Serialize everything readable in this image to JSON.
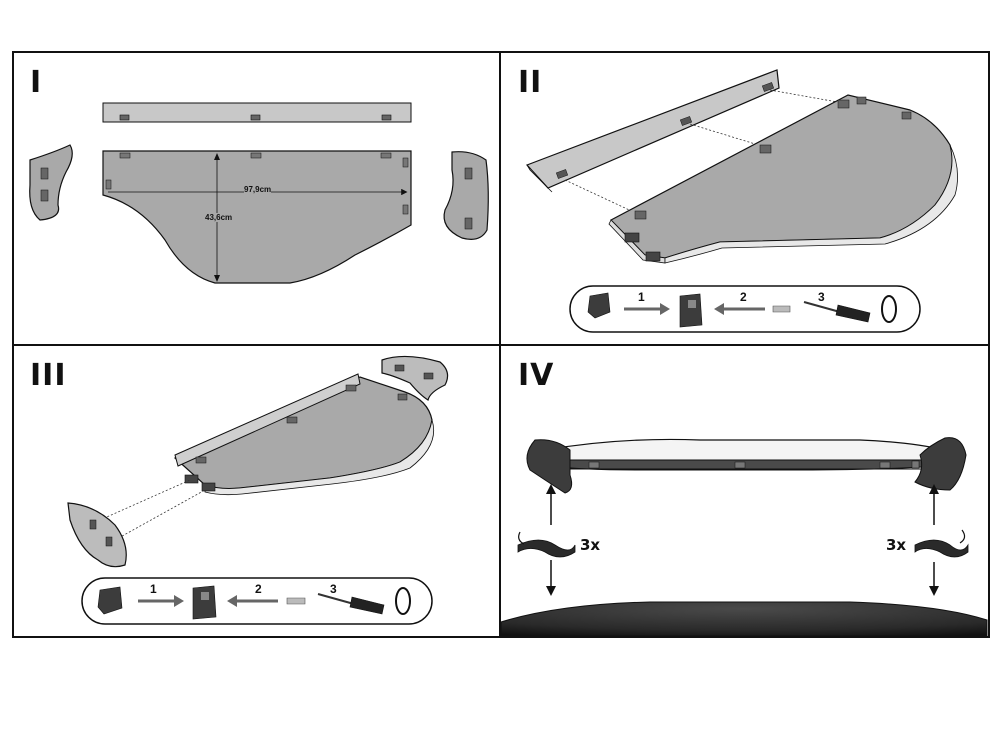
{
  "panels": [
    {
      "step": "I"
    },
    {
      "step": "II"
    },
    {
      "step": "III"
    },
    {
      "step": "IV"
    }
  ],
  "dimensions": {
    "width": "97,9cm",
    "height": "43,6cm"
  },
  "sequence_numbers": [
    "1",
    "2",
    "3"
  ],
  "repeat_label": "3x",
  "colors": {
    "line": "#111111",
    "panel_gray": "#a9a9a9",
    "rail_gray": "#c4c4c4",
    "dark": "#3a3a3a",
    "paper": "#ffffff"
  }
}
